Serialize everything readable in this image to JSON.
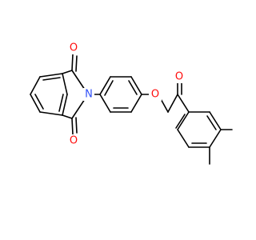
{
  "colors": {
    "bond": "#000000",
    "oxygen": "#ff0d0d",
    "nitrogen": "#3050f8",
    "background": "#ffffff"
  },
  "atoms": {
    "o_imide_top": "O",
    "o_imide_bottom": "O",
    "n_imide": "N",
    "o_ether": "O",
    "o_ketone": "O"
  }
}
